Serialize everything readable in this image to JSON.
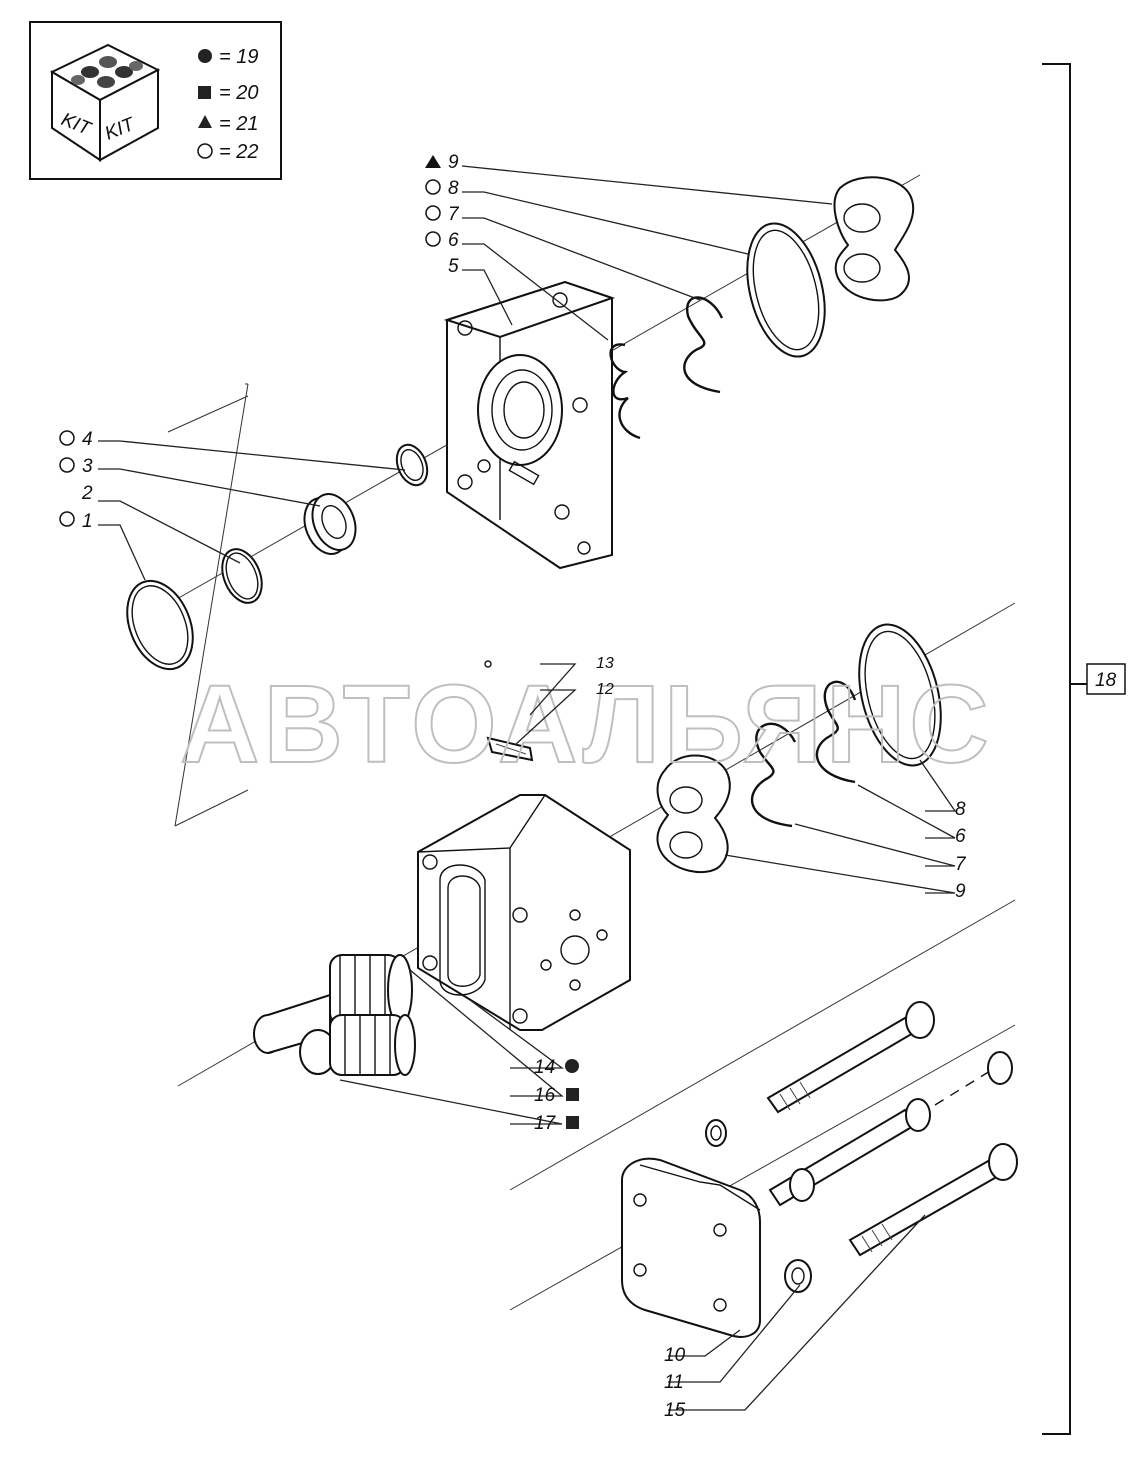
{
  "kit_legend": {
    "box_label_left": "KIT",
    "box_label_right": "KIT",
    "entries": [
      {
        "symbol": "filled-circle",
        "text": "= 19"
      },
      {
        "symbol": "filled-square",
        "text": "= 20"
      },
      {
        "symbol": "filled-triangle",
        "text": "= 21"
      },
      {
        "symbol": "open-circle",
        "text": "= 22"
      }
    ]
  },
  "callouts": {
    "c1": "1",
    "c2": "2",
    "c3": "3",
    "c4": "4",
    "c5": "5",
    "c6_top": "6",
    "c7_top": "7",
    "c8_top": "8",
    "c9_top": "9",
    "c8_right": "8",
    "c6_right": "6",
    "c7_right": "7",
    "c9_right": "9",
    "c10": "10",
    "c11": "11",
    "c12": "12",
    "c13": "13",
    "c14": "14",
    "c15": "15",
    "c16": "16",
    "c17": "17"
  },
  "assembly_ref": "18",
  "watermark": "АВТОАЛЬЯНС",
  "colors": {
    "line": "#111111",
    "watermark": "#bfbfbf",
    "background": "#ffffff"
  }
}
